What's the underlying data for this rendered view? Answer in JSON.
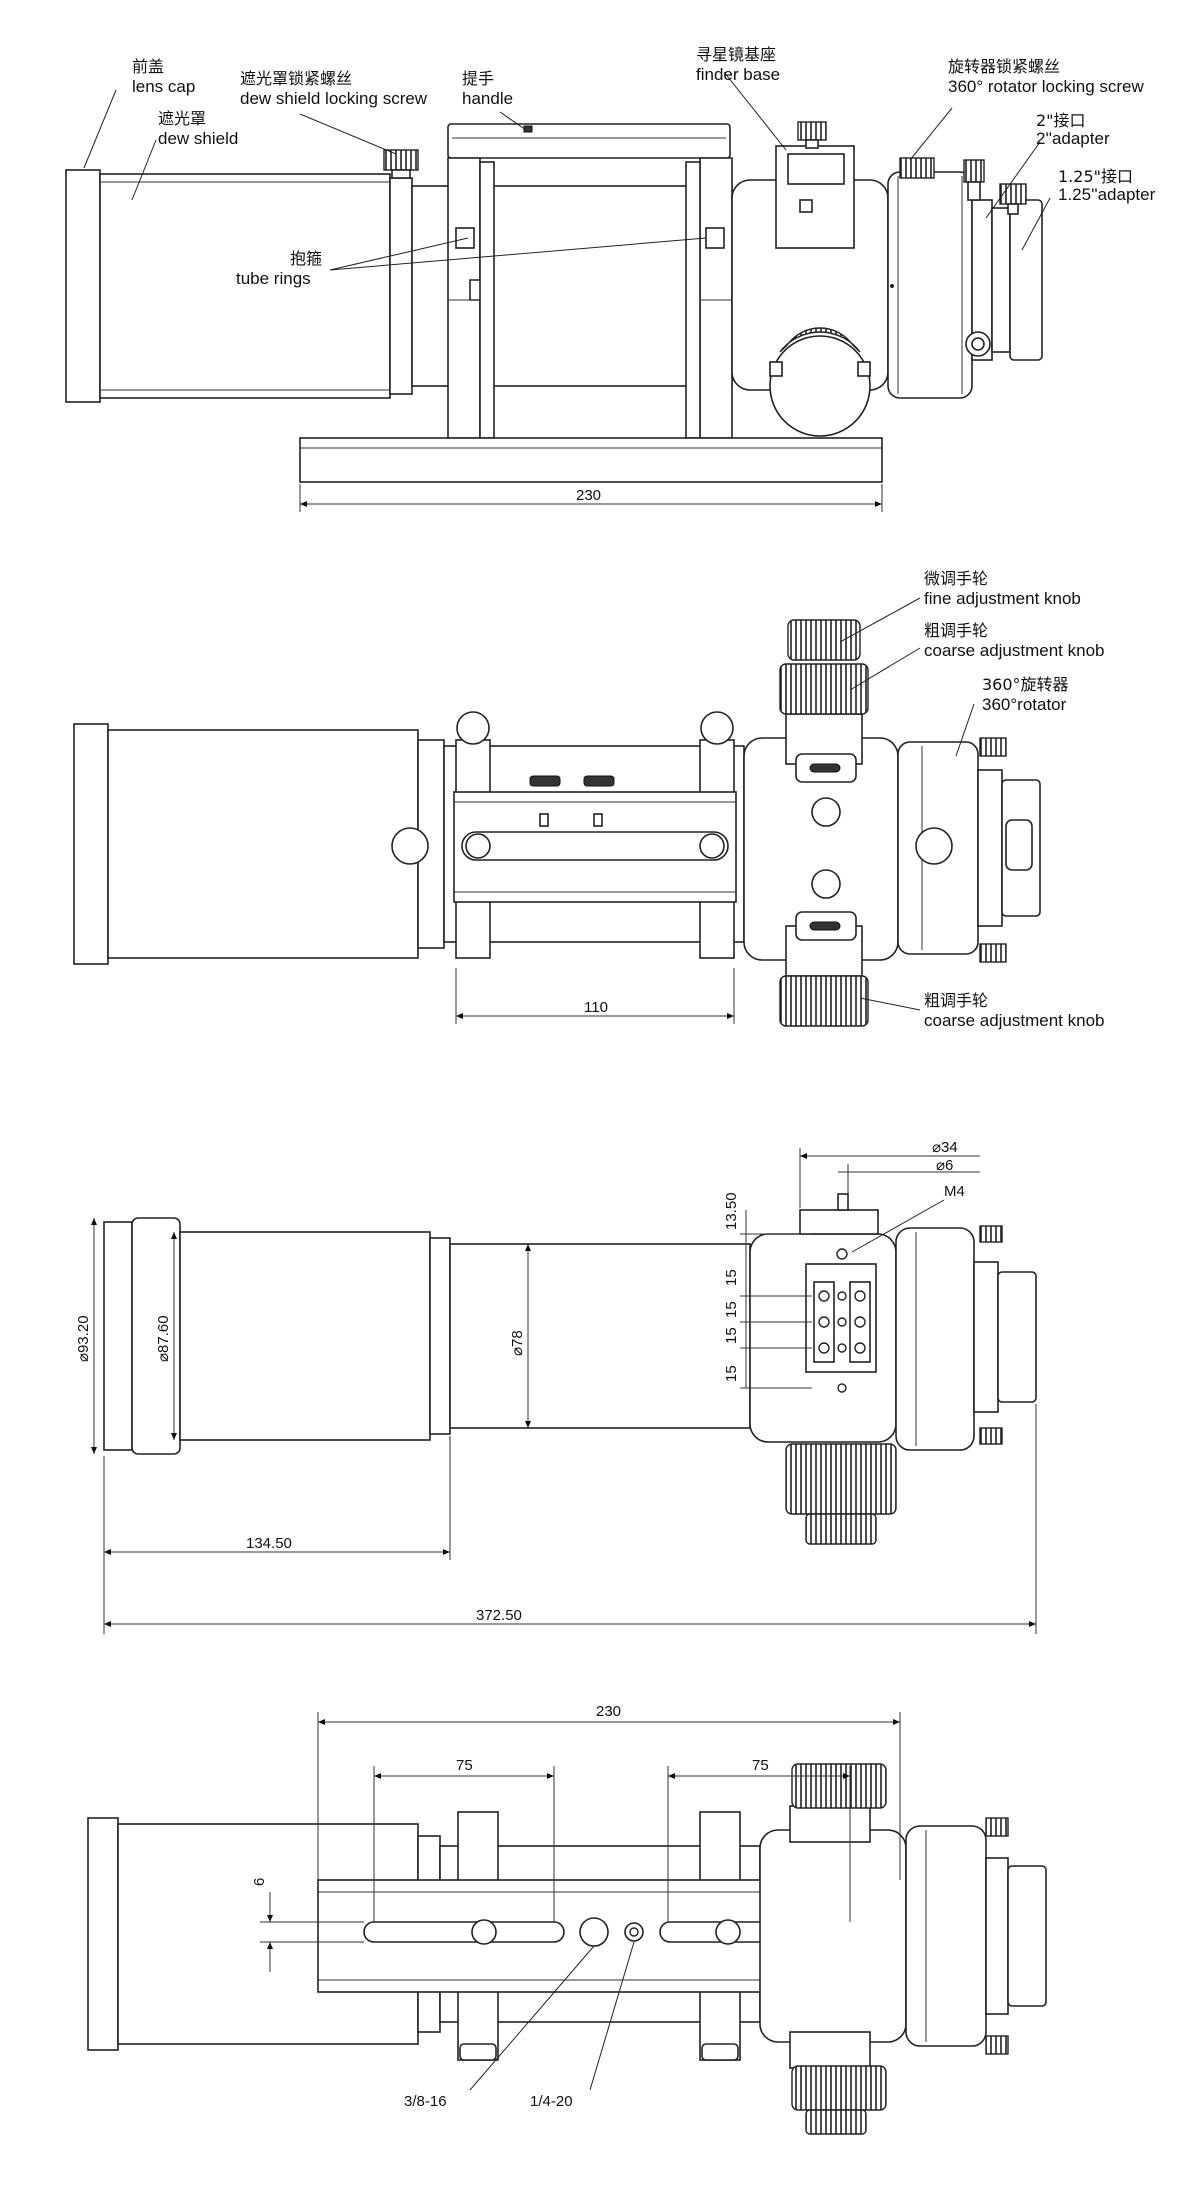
{
  "view1": {
    "labels": {
      "lens_cap_cn": "前盖",
      "lens_cap_en": "lens cap",
      "dew_shield_cn": "遮光罩",
      "dew_shield_en": "dew shield",
      "dew_screw_cn": "遮光罩锁紧螺丝",
      "dew_screw_en": "dew shield locking screw",
      "handle_cn": "提手",
      "handle_en": "handle",
      "finder_base_cn": "寻星镜基座",
      "finder_base_en": "finder base",
      "rotator_screw_cn": "旋转器锁紧螺丝",
      "rotator_screw_en": "360° rotator locking screw",
      "adapter2_cn": "2\"接口",
      "adapter2_en": "2''adapter",
      "adapter125_cn": "1.25\"接口",
      "adapter125_en": "1.25''adapter",
      "tube_rings_cn": "抱箍",
      "tube_rings_en": "tube rings"
    },
    "dim_base": "230"
  },
  "view2": {
    "labels": {
      "fine_knob_cn": "微调手轮",
      "fine_knob_en": "fine adjustment knob",
      "coarse_knob_cn": "粗调手轮",
      "coarse_knob_en": "coarse adjustment knob",
      "rotator_cn": "360°旋转器",
      "rotator_en": "360°rotator",
      "coarse_knob2_cn": "粗调手轮",
      "coarse_knob2_en": "coarse adjustment knob"
    },
    "dim_rings": "110"
  },
  "view3": {
    "dims": {
      "d34": "⌀34",
      "d6": "⌀6",
      "m4": "M4",
      "h1350": "13.50",
      "s15_1": "15",
      "s15_2": "15",
      "s15_3": "15",
      "s15_4": "15",
      "d9320": "⌀93.20",
      "d8760": "⌀87.60",
      "d78": "⌀78",
      "len13450": "134.50",
      "len37250": "372.50"
    }
  },
  "view4": {
    "dims": {
      "total": "230",
      "slot_left": "75",
      "slot_right": "75",
      "offset": "6",
      "thread_38": "3/8-16",
      "thread_14": "1/4-20"
    }
  }
}
